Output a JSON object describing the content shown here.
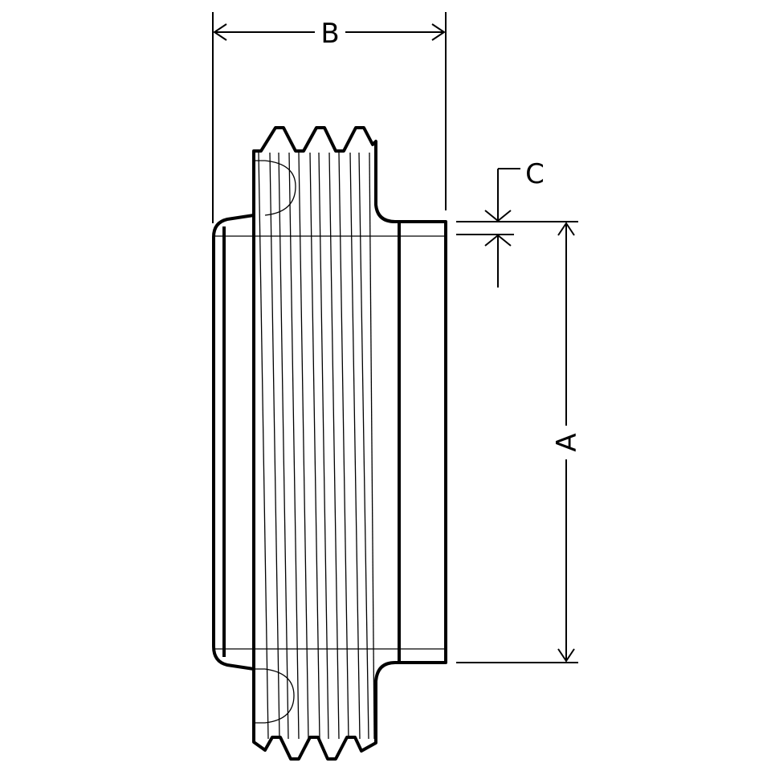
{
  "drawing": {
    "labels": {
      "A": "A",
      "B": "B",
      "C": "C"
    },
    "stroke_color": "#000000",
    "background": "#ffffff"
  }
}
